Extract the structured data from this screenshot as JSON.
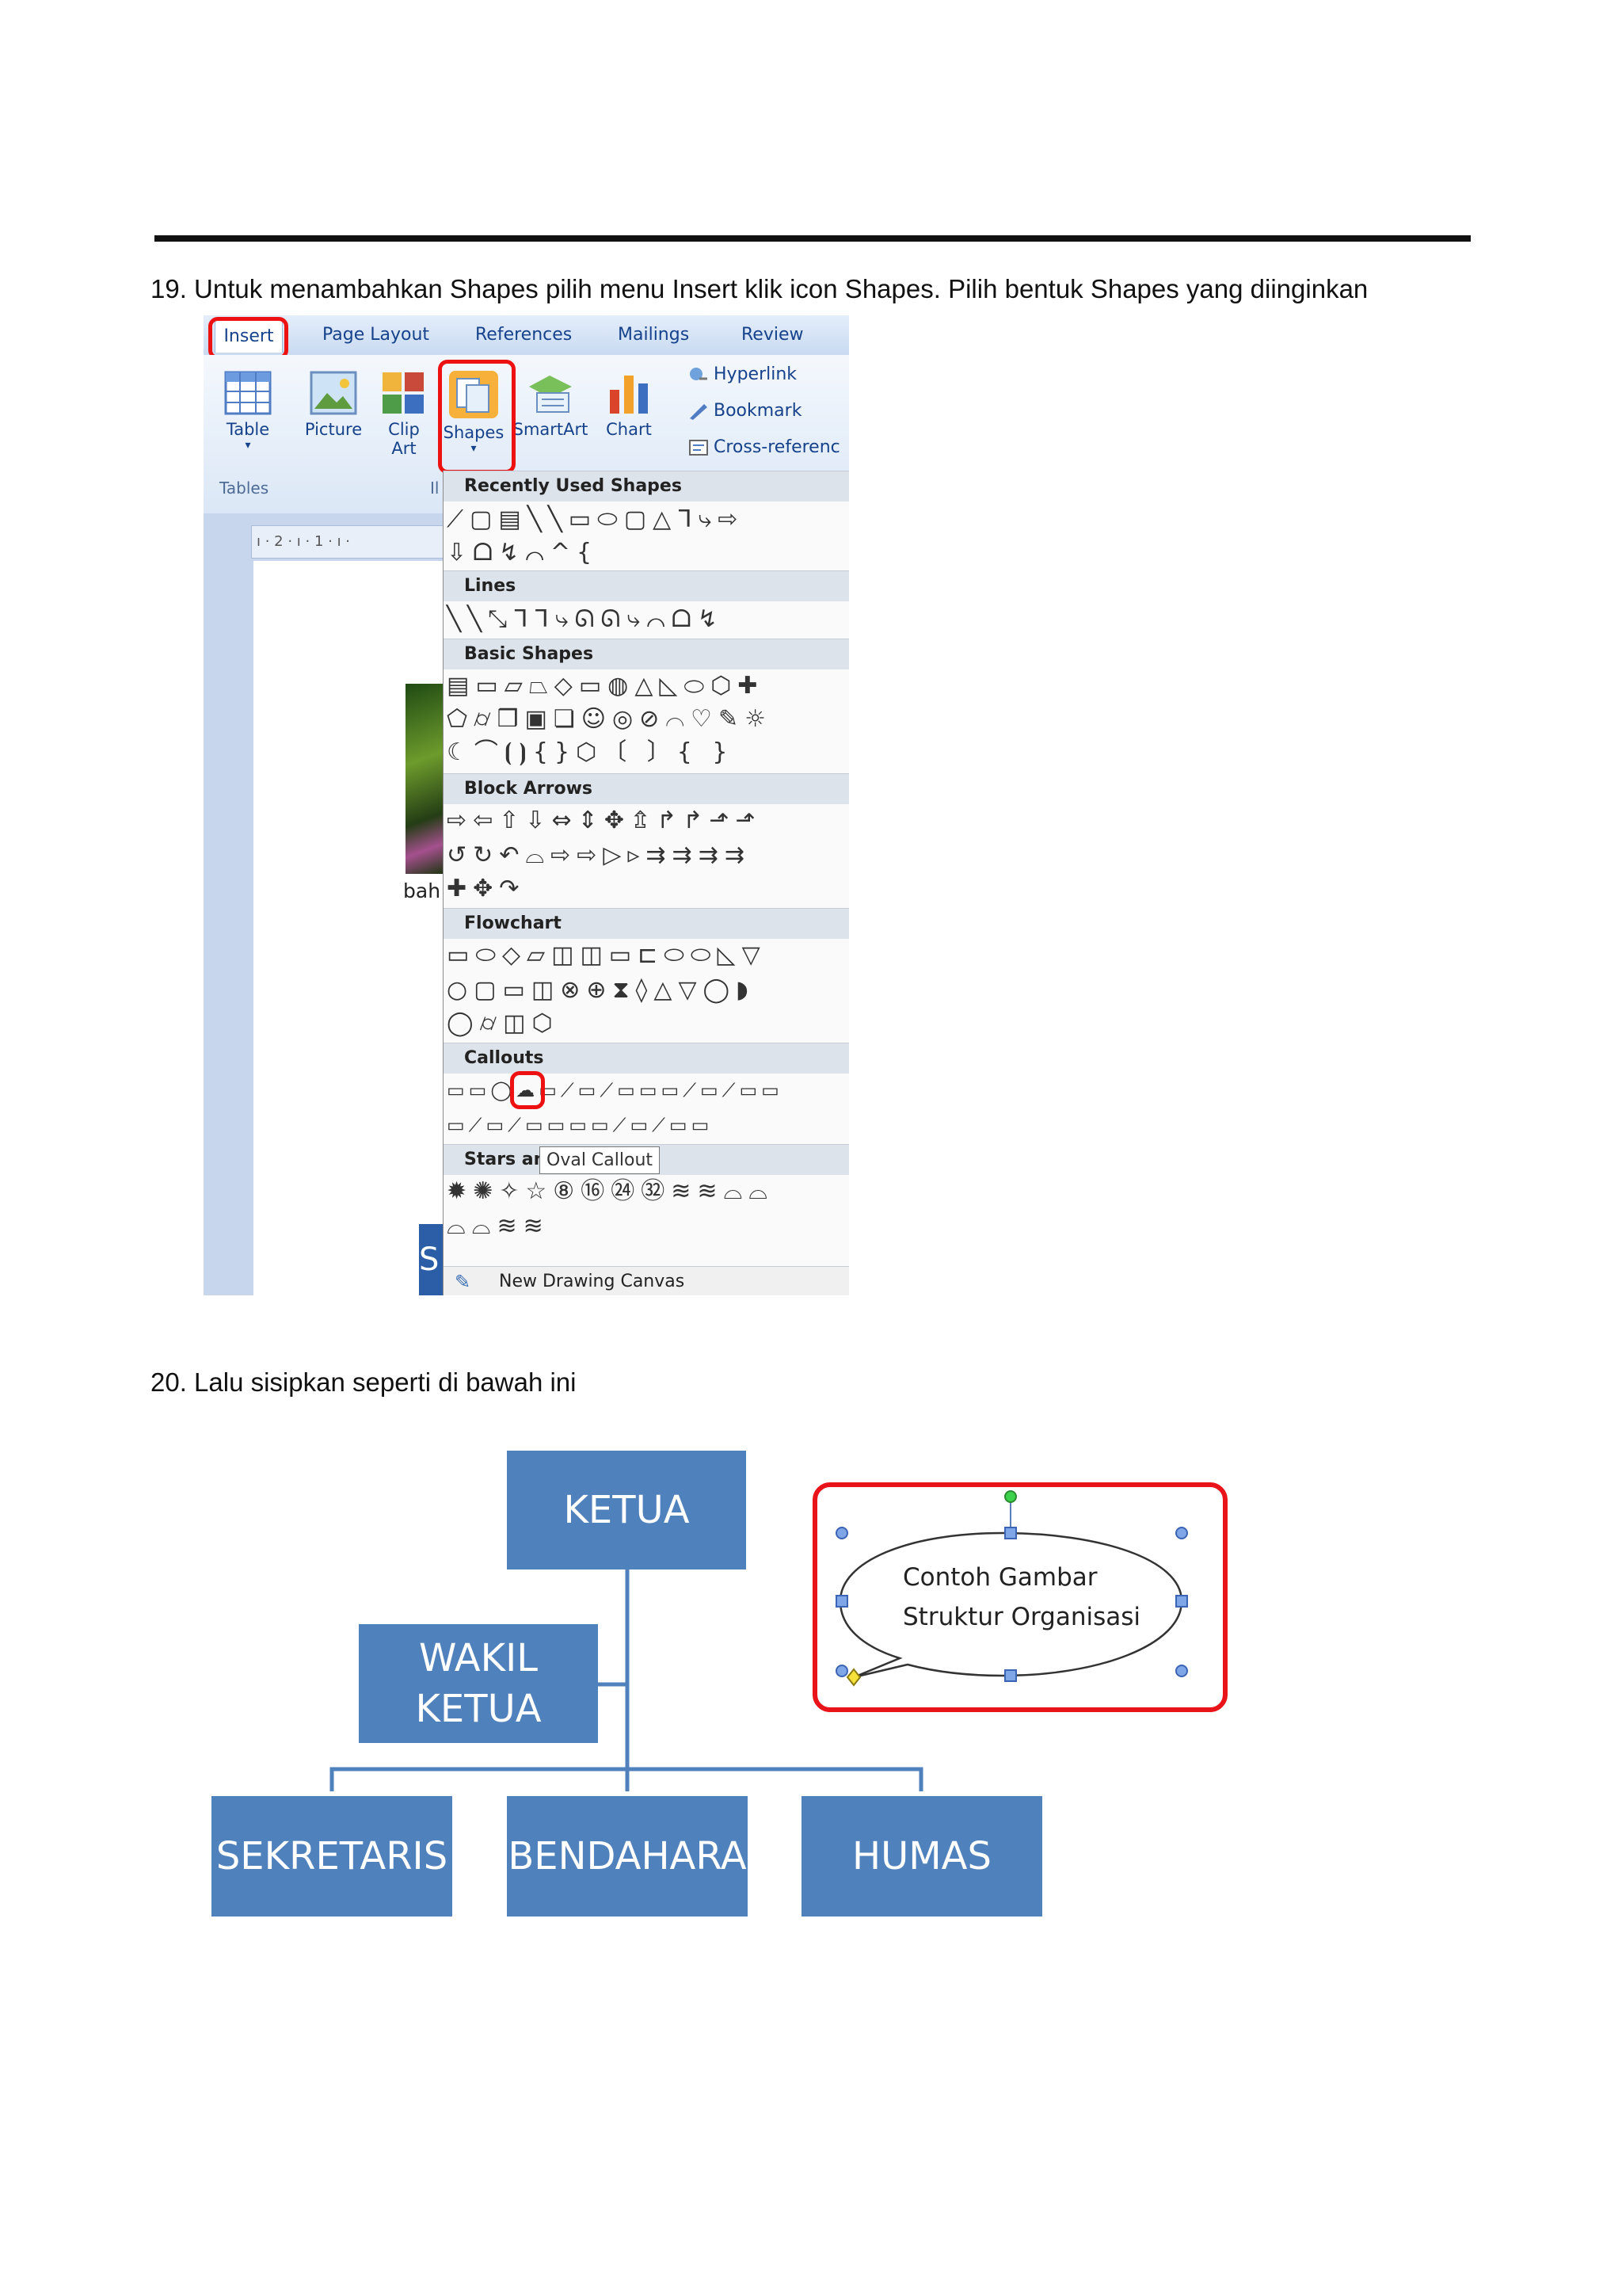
{
  "steps": {
    "step19": "19. Untuk menambahkan Shapes pilih menu Insert klik icon Shapes. Pilih bentuk Shapes yang diinginkan",
    "step20": "20. Lalu sisipkan seperti di bawah ini"
  },
  "ribbon": {
    "tabs": [
      "Insert",
      "Page Layout",
      "References",
      "Mailings",
      "Review"
    ],
    "buttons": {
      "table": "Table",
      "picture": "Picture",
      "clip_line1": "Clip",
      "clip_line2": "Art",
      "shapes": "Shapes",
      "smartart": "SmartArt",
      "chart": "Chart"
    },
    "links": [
      "Hyperlink",
      "Bookmark",
      "Cross-referenc"
    ],
    "group_tables": "Tables",
    "group_il": "Il",
    "ruler_text": "ı · 2 · ı · 1 · ı ·",
    "doc_text": "bah",
    "chip_text": "S"
  },
  "shapes_menu": {
    "sections": [
      "Recently Used Shapes",
      "Lines",
      "Basic Shapes",
      "Block Arrows",
      "Flowchart",
      "Callouts",
      "Stars and Banners"
    ],
    "stars_visible": "Stars an",
    "tooltip": "Oval Callout",
    "new_canvas": "New Drawing Canvas",
    "icons": {
      "recent": [
        "⟋▢▤╲╲▭⬭▢△ᒣ⤷⇨",
        "⇩ᗝ↯⌒^{"
      ],
      "lines": [
        "╲╲⤡ᒣᒣ⤷ᘏᘏ⤷⌒ᗝ↯"
      ],
      "basic": [
        "▤▭▱⏢◇▭◍△◺⬭⬡✚",
        "⬠⌭❒▣❏☺◎⊘⌒♡✎☼",
        "☾⌒⦗⦘{}⬡〔 〕{ }"
      ],
      "arrows": [
        "⇨⇦⇧⇩⇔⇕✥⇬↱↱⬏⬏",
        "↺↻↶⌓⇨⇨▷▹⇉⇉⇉⇉",
        "✚✥↷"
      ],
      "flowchart": [
        "▭⬭◇▱◫◫▭⊏⬭⬭◺▽",
        "○▢▭◫⊗⊕⧗◊△▽◯◗",
        "◯⌭◫⬡"
      ],
      "callouts": [
        "▭▭◯☁▭⟋▭⟋▭▭▭⟋▭⟋▭▭",
        "▭⟋▭⟋▭▭▭▭⟋▭⟋▭▭"
      ],
      "stars": [
        "✹✺✧☆⑧⑯㉔㉜≋≋⌓⌓",
        "⌓⌓≋≋"
      ]
    }
  },
  "org_chart": {
    "ketua": "KETUA",
    "wakil_line1": "WAKIL",
    "wakil_line2": "KETUA",
    "sekretaris": "SEKRETARIS",
    "bendahara": "BENDAHARA",
    "humas": "HUMAS",
    "callout_line1": "Contoh Gambar",
    "callout_line2": "Struktur Organisasi"
  },
  "colors": {
    "org_box": "#4f81bd",
    "highlight": "#e8141a",
    "ribbon_text": "#15428b"
  }
}
